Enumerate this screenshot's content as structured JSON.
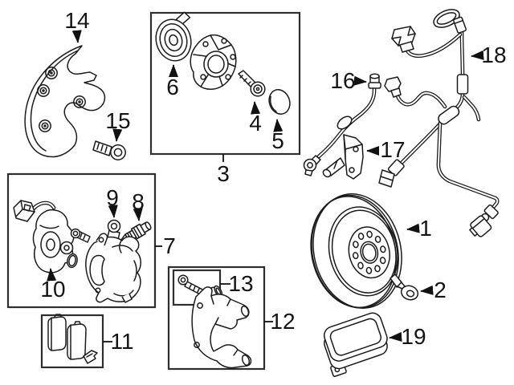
{
  "figure": {
    "colors": {
      "background": "#ffffff",
      "line": "#1b1b1b",
      "label": "#141414"
    },
    "callouts": [
      {
        "label": "14"
      },
      {
        "label": "15"
      },
      {
        "label": "6"
      },
      {
        "label": "4"
      },
      {
        "label": "5"
      },
      {
        "label": "3"
      },
      {
        "label": "16"
      },
      {
        "label": "17"
      },
      {
        "label": "18"
      },
      {
        "label": "9"
      },
      {
        "label": "8"
      },
      {
        "label": "7"
      },
      {
        "label": "10"
      },
      {
        "label": "11"
      },
      {
        "label": "13"
      },
      {
        "label": "12"
      },
      {
        "label": "1"
      },
      {
        "label": "2"
      },
      {
        "label": "19"
      }
    ]
  }
}
